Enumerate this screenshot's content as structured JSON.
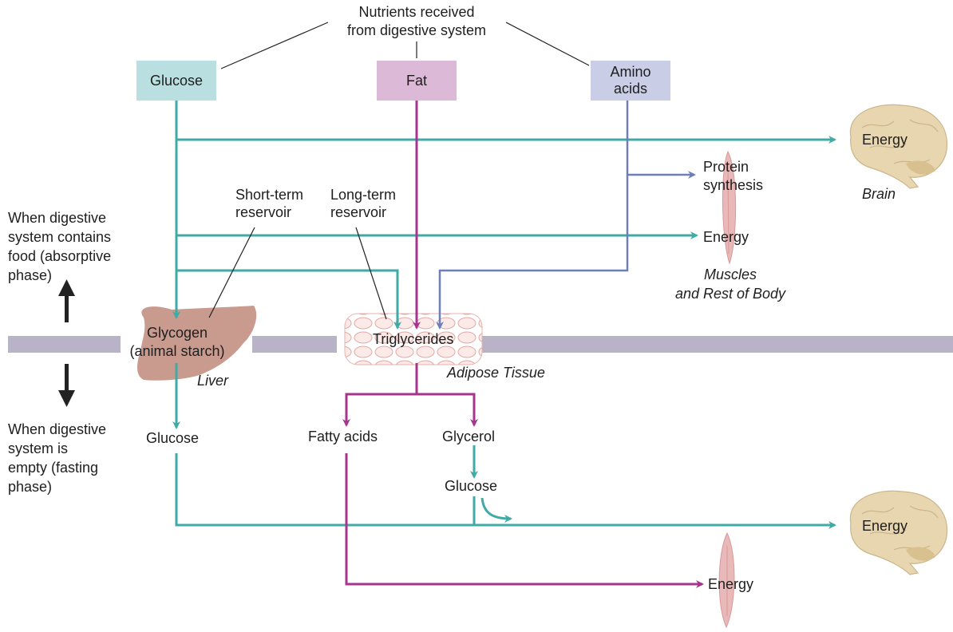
{
  "header": {
    "nutrients": "Nutrients received\nfrom digestive system"
  },
  "sources": {
    "glucose": "Glucose",
    "fat": "Fat",
    "amino": "Amino\nacids"
  },
  "labels": {
    "energy_brain_top": "Energy",
    "brain_top": "Brain",
    "protein_synthesis": "Protein\nsynthesis",
    "energy_muscle": "Energy",
    "muscles_body": "Muscles\nand Rest of Body",
    "short_term": "Short-term\nreservoir",
    "long_term": "Long-term\nreservoir",
    "absorptive": "When digestive\nsystem contains\nfood (absorptive\nphase)",
    "fasting": "When digestive\nsystem is\nempty (fasting\nphase)",
    "glycogen": "Glycogen\n(animal starch)",
    "liver": "Liver",
    "triglycerides": "Triglycerides",
    "adipose": "Adipose Tissue",
    "glucose_liver": "Glucose",
    "fatty_acids": "Fatty acids",
    "glycerol": "Glycerol",
    "glucose_glycerol": "Glucose",
    "energy_brain_bottom": "Energy",
    "energy_bottom": "Energy"
  },
  "colors": {
    "glucose_path": "#3faaa6",
    "fat_path": "#a8358c",
    "amino_path": "#6e7fb8",
    "glucose_box": "#b9dfe0",
    "fat_box": "#dcb9d6",
    "amino_box": "#c9cde6",
    "divider": "#b8b3c6",
    "liver": "#c99a8e",
    "brain": "#e8d6b0",
    "muscle": "#e9b8b8"
  }
}
